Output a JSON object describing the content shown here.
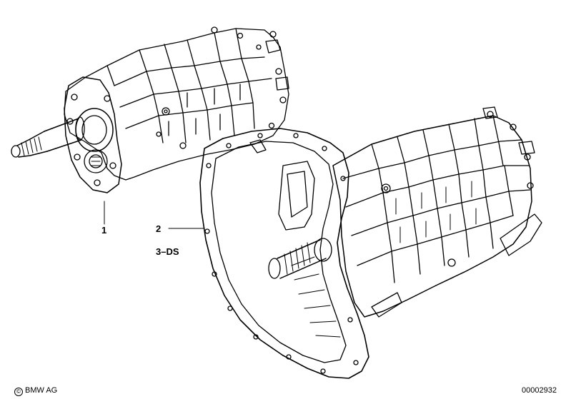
{
  "callouts": {
    "part_1": "1",
    "part_2": "2",
    "part_3": "3–DS"
  },
  "footer": {
    "copyright_symbol": "©",
    "copyright_owner": "BMW AG",
    "diagram_number": "00002932"
  },
  "colors": {
    "ink": "#000000",
    "paper": "#ffffff"
  }
}
